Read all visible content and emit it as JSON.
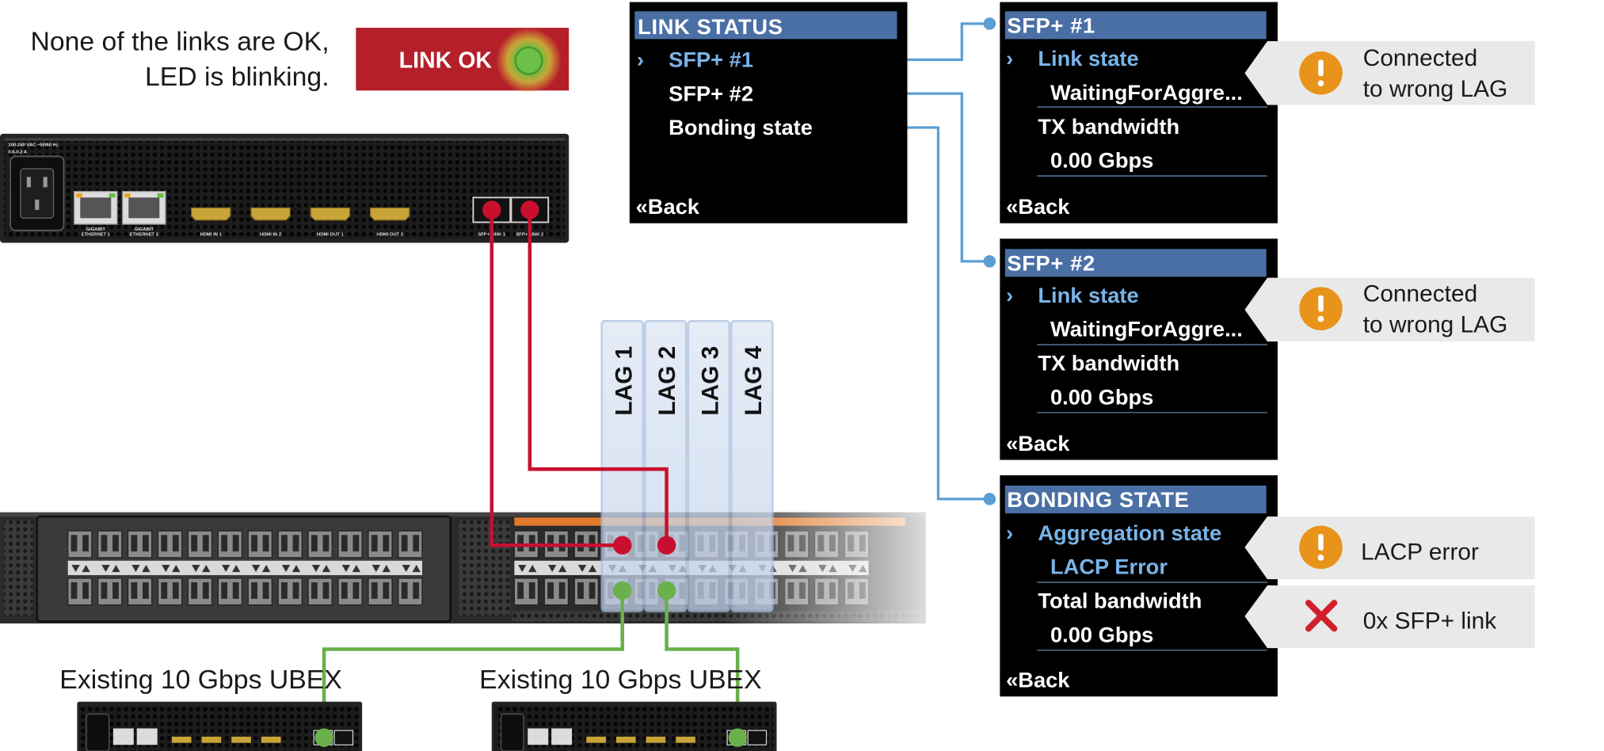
{
  "caption": {
    "line1": "None of the links are OK,",
    "line2": "LED is blinking."
  },
  "led": {
    "label": "LINK OK",
    "color": "#c1272d",
    "glow": "#7ed957"
  },
  "top_device": {
    "power_label": "100-240 VAC ~50/60 Hz",
    "power_sub": "0.6-0.2 A",
    "ports": [
      "GIGABIT ETHERNET 1",
      "GIGABIT ETHERNET 2",
      "HDMI IN 1",
      "HDMI IN 2",
      "HDMI OUT 1",
      "HDMI OUT 2",
      "SFP+ LINK 1",
      "SFP+ LINK 2"
    ]
  },
  "lags": [
    "LAG 1",
    "LAG 2",
    "LAG 3",
    "LAG 4"
  ],
  "link_status_menu": {
    "title": "LINK STATUS",
    "selector": "›",
    "items": [
      "SFP+ #1",
      "SFP+ #2",
      "Bonding state"
    ],
    "back": "«Back"
  },
  "sfp1_menu": {
    "title": "SFP+ #1",
    "row1_label": "Link state",
    "row1_value": "WaitingForAggre...",
    "row2_label": "TX bandwidth",
    "row2_value": "0.00 Gbps",
    "back": "«Back"
  },
  "sfp2_menu": {
    "title": "SFP+ #2",
    "row1_label": "Link state",
    "row1_value": "WaitingForAggre...",
    "row2_label": "TX bandwidth",
    "row2_value": "0.00 Gbps",
    "back": "«Back"
  },
  "bonding_menu": {
    "title": "BONDING STATE",
    "row1_label": "Aggregation state",
    "row1_value": "LACP Error",
    "row2_label": "Total bandwidth",
    "row2_value": "0.00 Gbps",
    "back": "«Back"
  },
  "callouts": {
    "sfp1": {
      "line1": "Connected",
      "line2": "to wrong LAG",
      "icon": "warning-icon"
    },
    "sfp2": {
      "line1": "Connected",
      "line2": "to wrong LAG",
      "icon": "warning-icon"
    },
    "lacp": {
      "text": "LACP error",
      "icon": "warning-icon"
    },
    "links": {
      "text": "0x SFP+ link",
      "icon": "error-x-icon"
    }
  },
  "existing_ubex": [
    "Existing 10 Gbps UBEX",
    "Existing 10 Gbps UBEX"
  ],
  "colors": {
    "red_cable": "#c8102e",
    "green_cable": "#6ab04c",
    "blue_line": "#5a9fd4",
    "lcd_bg": "#000000",
    "lcd_title_bg": "#4a6fa5",
    "warning": "#e8931a",
    "error": "#d0202a",
    "lag_highlight": "#c7d7ee"
  }
}
